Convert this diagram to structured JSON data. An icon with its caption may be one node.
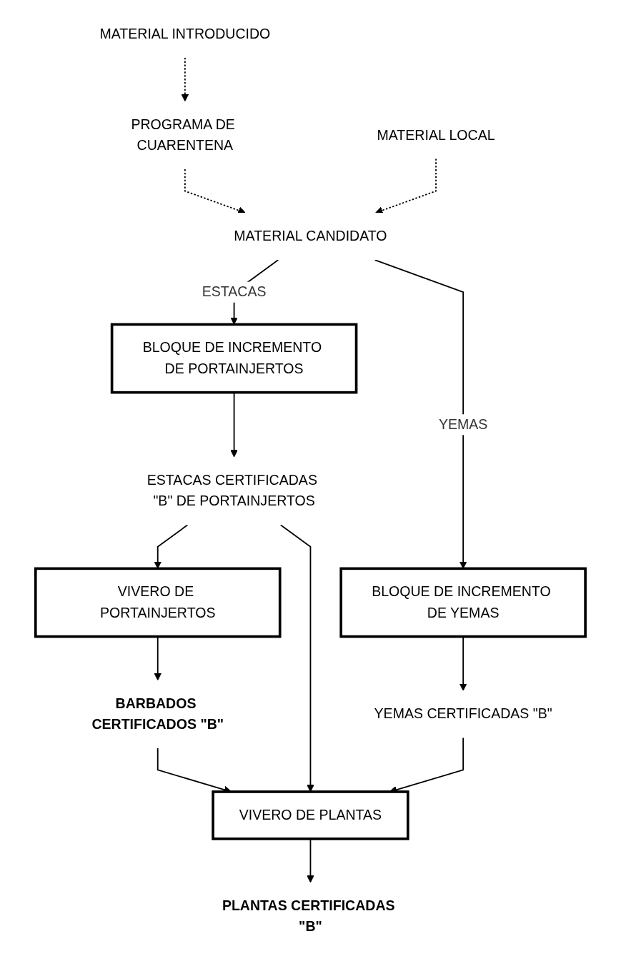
{
  "diagram": {
    "nodes": [
      {
        "text": [
          "MATERIAL INTRODUCIDO"
        ]
      },
      {
        "text": [
          "PROGRAMA DE CUARENTENA"
        ]
      },
      {
        "text": [
          "MATERIAL LOCAL"
        ]
      },
      {
        "text": [
          "MATERIAL CANDIDATO"
        ]
      },
      {
        "text": [
          "BLOQUE DE INCREMENTO DE PORTAINJERTOS"
        ]
      },
      {
        "text": [
          "BLOQUE DE INCREMENTO DE YEMAS"
        ]
      },
      {
        "text": [
          "ESTACAS CERTIFICADAS \"B\" DE PORTAINJERTOS"
        ]
      },
      {
        "text": [
          "YEMAS CERTIFICADAS \"B\""
        ]
      },
      {
        "text": [
          "VIVERO DE PORTAINJERTOS"
        ]
      },
      {
        "text": [
          "BARBADOS CERTIFICADOS \"B\""
        ]
      },
      {
        "text": [
          "VIVERO DE PLANTAS"
        ]
      },
      {
        "text": [
          "PLANTAS CERTIFICADAS \"B\""
        ]
      }
    ],
    "edges": [
      {
        "from": 0,
        "to": 1,
        "arrow": "to",
        "style": "dashed"
      },
      {
        "from": 1,
        "to": 3,
        "arrow": "to",
        "style": "dashed"
      },
      {
        "from": 2,
        "to": 3,
        "arrow": "to",
        "style": "dashed"
      },
      {
        "from": 3,
        "to": 4,
        "arrow": "to",
        "label": "ESTACAS"
      },
      {
        "from": 3,
        "to": 5,
        "arrow": "to",
        "label": "YEMAS"
      },
      {
        "from": 4,
        "to": 6,
        "arrow": "to"
      },
      {
        "from": 5,
        "to": 7,
        "arrow": "to"
      },
      {
        "from": 6,
        "to": 8,
        "arrow": "to"
      },
      {
        "from": 6,
        "to": 10,
        "arrow": "to"
      },
      {
        "from": 7,
        "to": 10,
        "arrow": "to"
      },
      {
        "from": 8,
        "to": 9,
        "arrow": "to"
      },
      {
        "from": 9,
        "to": 10,
        "arrow": "to"
      },
      {
        "from": 10,
        "to": 11,
        "arrow": "to"
      }
    ]
  }
}
